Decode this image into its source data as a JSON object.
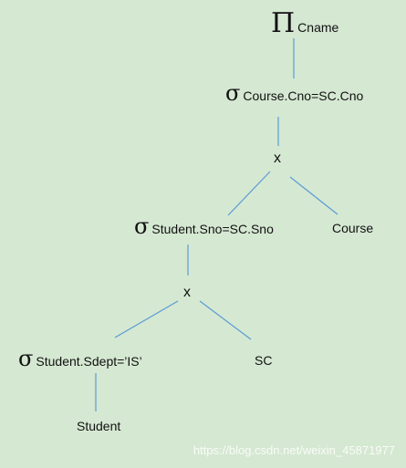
{
  "nodes": {
    "projection": {
      "symbol": "Π",
      "subscript": "Cname"
    },
    "select_course": {
      "symbol": "σ",
      "subscript": "Course.Cno=SC.Cno"
    },
    "cross_top": {
      "label": "x"
    },
    "select_student": {
      "symbol": "σ",
      "subscript": "Student.Sno=SC.Sno"
    },
    "course": {
      "label": "Course"
    },
    "cross_bottom": {
      "label": "x"
    },
    "select_sdept": {
      "symbol": "σ",
      "subscript": "Student.Sdept=’IS’"
    },
    "sc": {
      "label": "SC"
    },
    "student": {
      "label": "Student"
    }
  },
  "watermark": "https://blog.csdn.net/weixin_45871977",
  "colors": {
    "background": "#d5e8d2",
    "edge": "#5b9bd5"
  }
}
